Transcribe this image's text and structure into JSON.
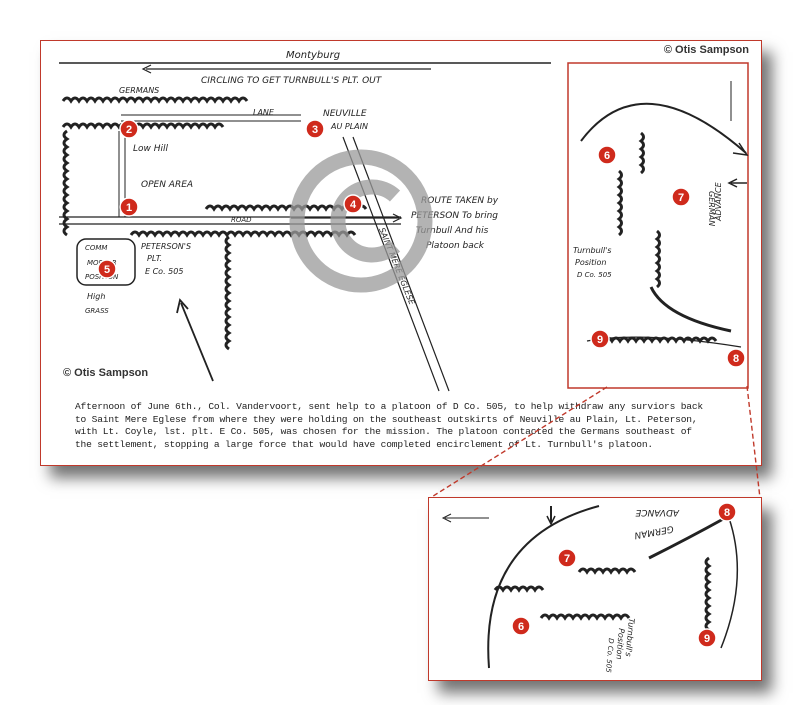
{
  "copyright_text": "© Otis Sampson",
  "map_labels": {
    "montyburg": "Montyburg",
    "circling": "CIRCLING TO GET TURNBULL'S PLT. OUT",
    "germans": "GERMANS",
    "lane": "LANE",
    "low_hill": "Low Hill",
    "open_area": "OPEN AREA",
    "neuville": "NEUVILLE",
    "au_plain": "AU PLAIN",
    "road": "ROAD",
    "route": [
      "ROUTE TAKEN by",
      "PETERSON To bring",
      "Turnbull And his",
      "Platoon back"
    ],
    "comm_mortar": [
      "COMM",
      "MORTAR",
      "POSITION"
    ],
    "petersons": [
      "PETERSON'S",
      "PLT.",
      "E Co. 505"
    ],
    "high_grass": [
      "High",
      "GRASS"
    ],
    "saint_mere": "SAINT MERE EGLESE",
    "turnbulls": [
      "Turnbull's",
      "Position",
      "D Co. 505"
    ],
    "german_advance": [
      "GERMAN",
      "ADVANCE"
    ]
  },
  "markers": [
    "1",
    "2",
    "3",
    "4",
    "5",
    "6",
    "7",
    "8",
    "9"
  ],
  "caption_lines": [
    "Afternoon of June 6th., Col. Vandervoort, sent help to a platoon of D Co. 505, to help withdraw any surviors back",
    "to Saint Mere Eglese from where they were holding on the southeast outskirts of Neuville au Plain, Lt. Peterson,",
    "with Lt. Coyle, lst. plt. E Co. 505, was chosen for the mission.  The platoon contacted the Germans southeast of",
    "the settlement, stopping a large force that would have completed encirclement of Lt. Turnbull's platoon."
  ],
  "colors": {
    "accent": "#cf2a1c",
    "watermark": "#9a9a9a",
    "ink": "#222222"
  },
  "icons": [
    "copyright-watermark-icon",
    "arrow-icon"
  ]
}
